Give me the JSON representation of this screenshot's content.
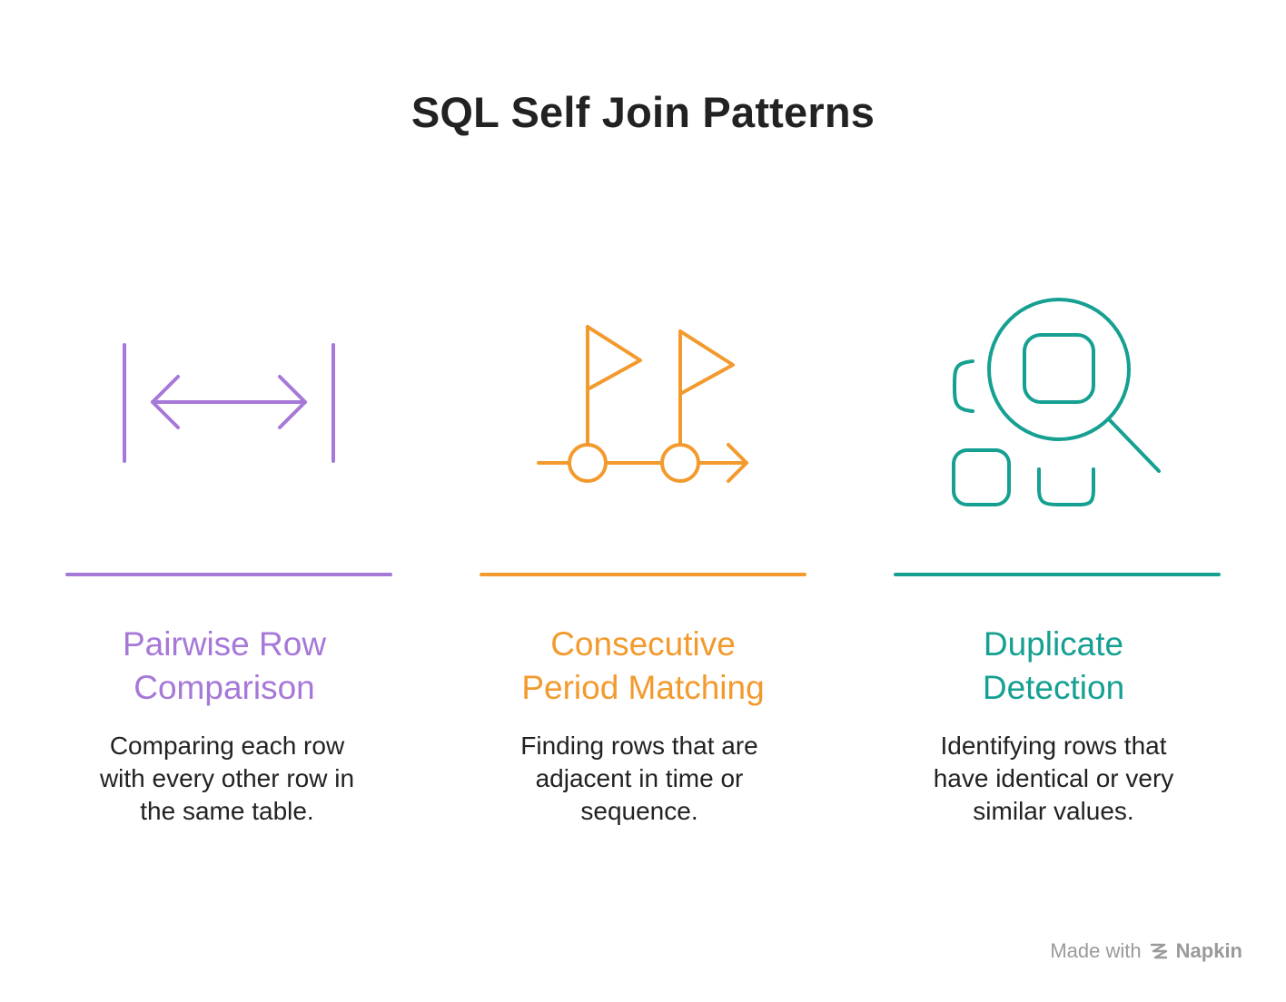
{
  "title": "SQL Self Join Patterns",
  "columns": [
    {
      "heading_line1": "Pairwise Row",
      "heading_line2": "Comparison",
      "desc_line1": "Comparing each row",
      "desc_line2": "with every other row in",
      "desc_line3": "the same table.",
      "color": "#a678d8",
      "icon": "double-arrow-between-bars-icon"
    },
    {
      "heading_line1": "Consecutive",
      "heading_line2": "Period Matching",
      "desc_line1": "Finding rows that are",
      "desc_line2": "adjacent in time or",
      "desc_line3": "sequence.",
      "color": "#f39a2e",
      "icon": "timeline-flags-icon"
    },
    {
      "heading_line1": "Duplicate",
      "heading_line2": "Detection",
      "desc_line1": "Identifying rows that",
      "desc_line2": "have identical or very",
      "desc_line3": "similar values.",
      "color": "#15a092",
      "icon": "magnifier-shapes-icon"
    }
  ],
  "footer": {
    "made_with": "Made with",
    "brand": "Napkin",
    "color": "#9a9a9a"
  }
}
